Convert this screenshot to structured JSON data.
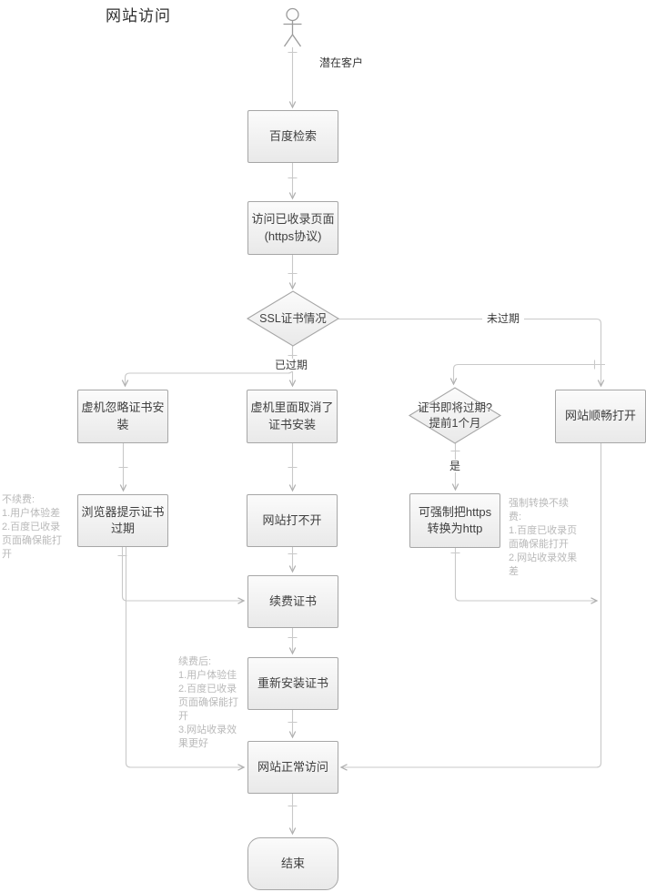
{
  "title": "网站访问",
  "colors": {
    "line": "#c9c9c9",
    "arrow": "#aeaeae",
    "node_border": "#a6a6a6",
    "node_fill_top": "#fbfbfb",
    "node_fill_bottom": "#e9e9e9",
    "node_text": "#3f3f3f",
    "note_text": "#b9b9b9",
    "label_text": "#3a3a3a",
    "background": "#ffffff"
  },
  "actor": {
    "label": "潜在客户"
  },
  "nodes": {
    "baidu": "百度检索",
    "visit": "访问已收录页面\n(https协议)",
    "ssl": "SSL证书情况",
    "vm_ignore": "虚机忽略证书安\n装",
    "vm_cancel": "虚机里面取消了\n证书安装",
    "expire_soon": "证书即将过期?\n提前1个月",
    "smooth": "网站顺畅打开",
    "browser_warn": "浏览器提示证书\n过期",
    "site_fail": "网站打不开",
    "force_http": "可强制把https\n转换为http",
    "renew": "续费证书",
    "reinstall": "重新安装证书",
    "normal": "网站正常访问",
    "end": "结束"
  },
  "labels": {
    "expired": "已过期",
    "not_expired": "未过期",
    "yes": "是"
  },
  "notes": {
    "no_renew": "不续费:\n1.用户体验差\n2.百度已收录\n页面确保能打\n开",
    "force_no_renew": "强制转换不续\n费:\n1.百度已收录页\n面确保能打开\n2.网站收录效果\n差",
    "after_renew": "续费后:\n1.用户体验佳\n2.百度已收录\n页面确保能打\n开\n3.网站收录效\n果更好"
  }
}
